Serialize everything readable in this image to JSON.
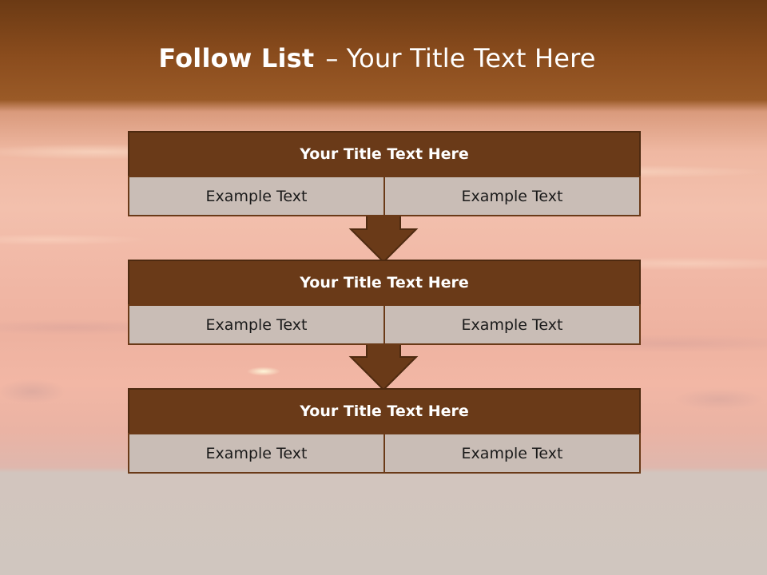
{
  "title": {
    "lead": "Follow List",
    "separator": "–",
    "rest": "Your Title Text Here"
  },
  "steps": [
    {
      "title": "Your Title Text Here",
      "left": "Example Text",
      "right": "Example Text"
    },
    {
      "title": "Your Title Text Here",
      "left": "Example Text",
      "right": "Example Text"
    },
    {
      "title": "Your Title Text Here",
      "left": "Example Text",
      "right": "Example Text"
    }
  ],
  "colors": {
    "header_brown": "#6a3a18",
    "cell_gray": "#c9bdb6",
    "arrow_brown": "#6a3a18"
  }
}
